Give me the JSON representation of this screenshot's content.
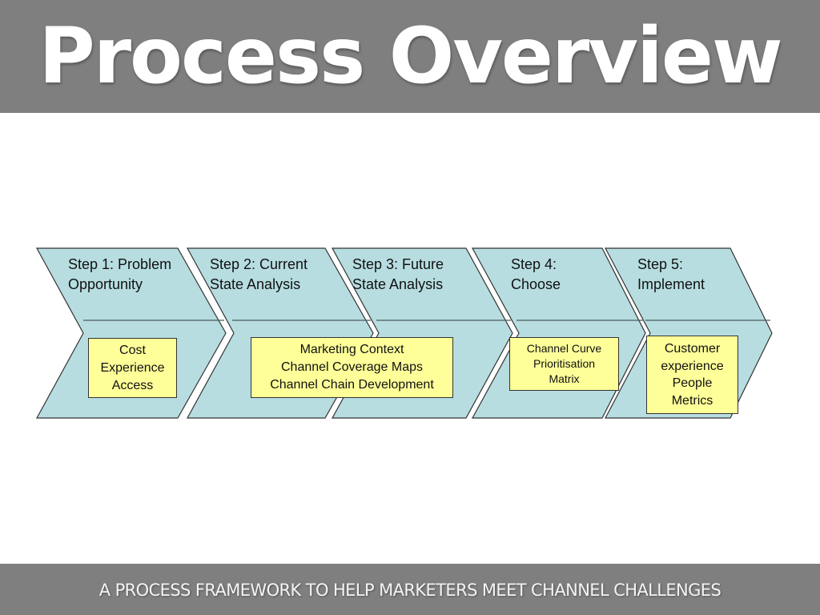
{
  "header": {
    "title": "Process Overview"
  },
  "footer": {
    "subtitle": "A PROCESS FRAMEWORK TO HELP MARKETERS MEET CHANNEL CHALLENGES"
  },
  "colors": {
    "banner": "#7f7f7f",
    "chevron_fill": "#b7dde0",
    "chevron_stroke": "#333333",
    "note_fill": "#ffff99",
    "title_text": "#ffffff"
  },
  "diagram": {
    "steps": [
      {
        "label": "Step 1: Problem\nOpportunity",
        "notes": [
          "Cost",
          "Experience",
          "Access"
        ]
      },
      {
        "label": "Step 2: Current\nState Analysis",
        "notes": [
          "Marketing Context",
          "Channel Coverage Maps",
          "Channel Chain Development"
        ]
      },
      {
        "label": "Step 3: Future\nState Analysis",
        "notes": []
      },
      {
        "label": "Step 4:\nChoose",
        "notes": [
          "Channel Curve",
          "Prioritisation",
          "Matrix"
        ]
      },
      {
        "label": "Step 5:\nImplement",
        "notes": [
          "Customer",
          "experience",
          "People",
          "Metrics"
        ]
      }
    ]
  }
}
